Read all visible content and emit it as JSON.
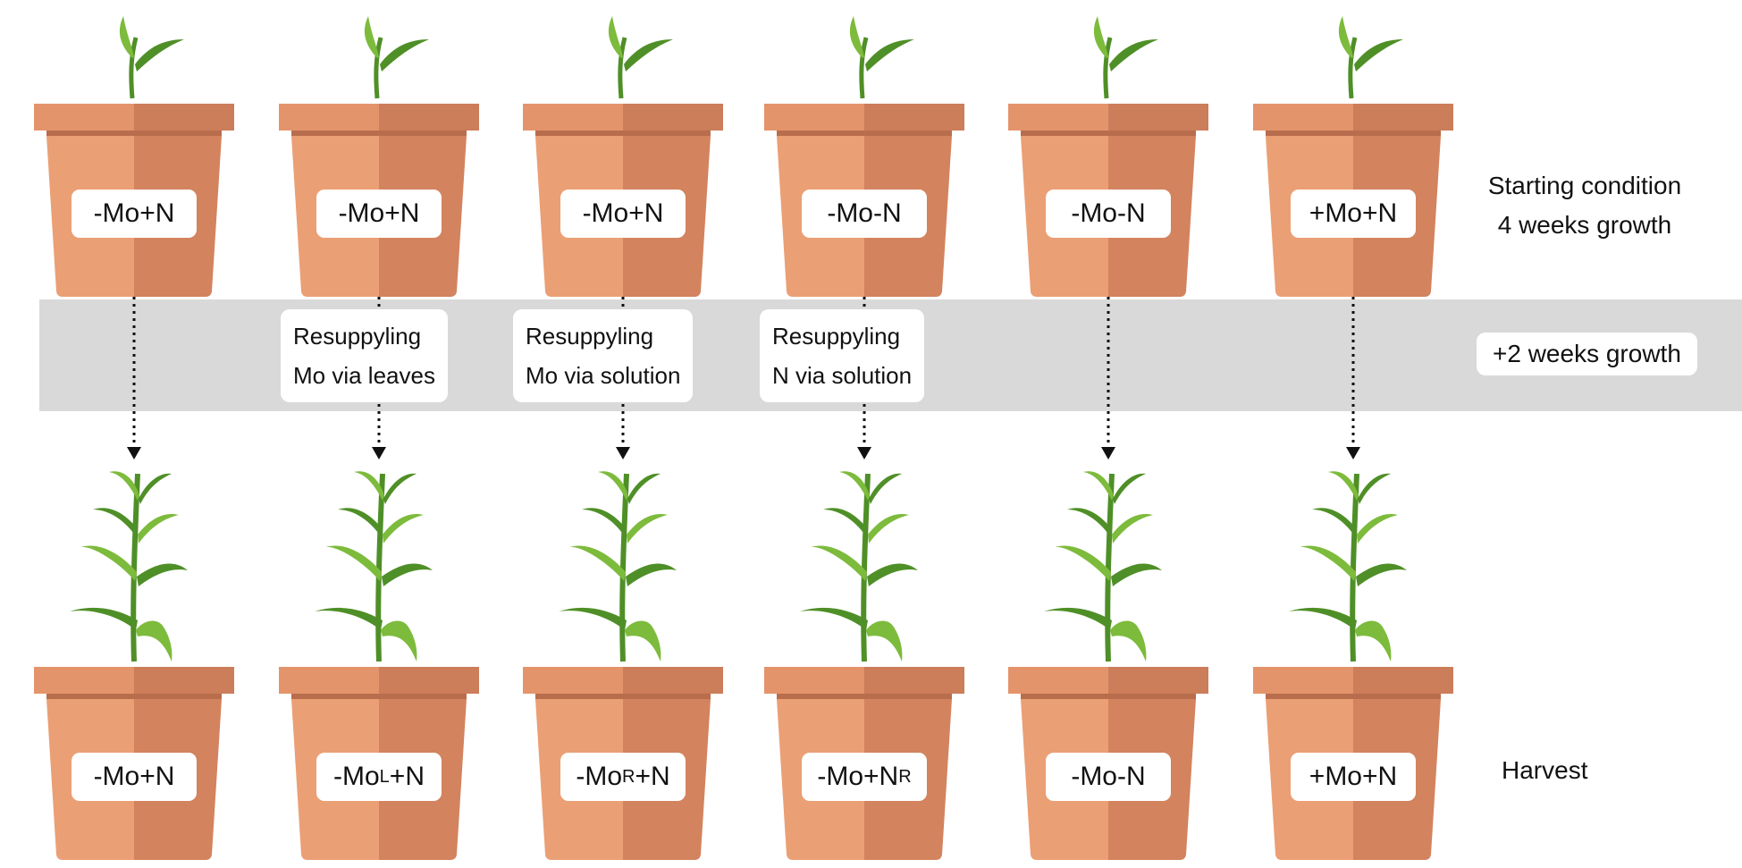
{
  "stages": {
    "starting": {
      "line1": "Starting condition",
      "line2": "4 weeks growth"
    },
    "growth": "+2 weeks growth",
    "harvest": "Harvest"
  },
  "columns": [
    {
      "start_label": "-Mo+N",
      "harvest_label": {
        "base": "-Mo+N",
        "sub": "",
        "tail": ""
      },
      "note": null
    },
    {
      "start_label": "-Mo+N",
      "harvest_label": {
        "base": "-Mo",
        "sub": "L",
        "tail": "+N"
      },
      "note": {
        "line1": "Resuppyling",
        "line2": "Mo via leaves"
      }
    },
    {
      "start_label": "-Mo+N",
      "harvest_label": {
        "base": "-Mo",
        "sub": "R",
        "tail": "+N"
      },
      "note": {
        "line1": "Resuppyling",
        "line2": "Mo via solution"
      }
    },
    {
      "start_label": "-Mo-N",
      "harvest_label": {
        "base": "-Mo+N",
        "sub": "R",
        "tail": ""
      },
      "note": {
        "line1": "Resuppyling",
        "line2": "N via solution"
      }
    },
    {
      "start_label": "-Mo-N",
      "harvest_label": {
        "base": "-Mo-N",
        "sub": "",
        "tail": ""
      },
      "note": null
    },
    {
      "start_label": "+Mo+N",
      "harvest_label": {
        "base": "+Mo+N",
        "sub": "",
        "tail": ""
      },
      "note": null
    }
  ],
  "colors": {
    "pot_light": "#eb9f75",
    "pot_dark": "#d3835e",
    "rim_light": "#e4946b",
    "rim_dark": "#cc7d59",
    "rim_shadow": "#b86d4d",
    "leaf_dark": "#4f8f27",
    "leaf_light": "#7dbb3c",
    "band": "#d9d9d9"
  }
}
